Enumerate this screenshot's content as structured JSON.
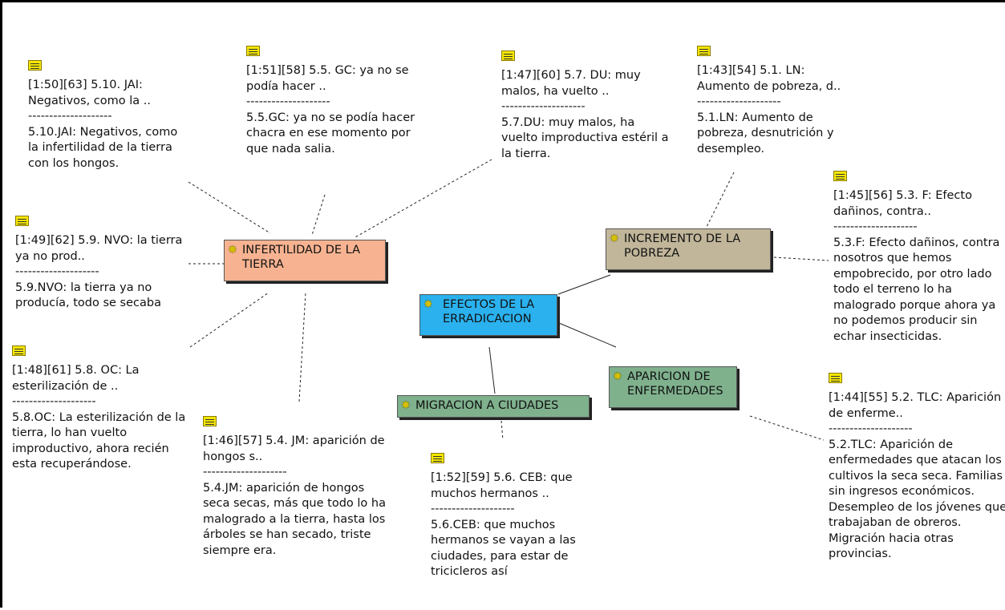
{
  "colors": {
    "infertilidad": "#f7b391",
    "efectos": "#2ab1ee",
    "incremento": "#c1b69a",
    "aparicion": "#7fb18d",
    "migracion": "#7fb18d"
  },
  "codes": {
    "infertilidad": "INFERTILIDAD DE LA TIERRA",
    "efectos": "EFECTOS DE LA ERRADICACION",
    "incremento": "INCREMENTO DE LA POBREZA",
    "aparicion": "APARICION DE ENFERMEDADES",
    "migracion": "MIGRACION A CIUDADES"
  },
  "quotes": {
    "q63": {
      "head": "[1:50][63] 5.10. JAI: Negativos, como la ..",
      "sep": "--------------------",
      "body": "5.10.JAI: Negativos, como la infertilidad de la tierra con los hongos."
    },
    "q58": {
      "head": "[1:51][58] 5.5. GC: ya no se podía hacer ..",
      "sep": "--------------------",
      "body": "5.5.GC: ya no se podía hacer chacra en ese momento por que nada salia."
    },
    "q60": {
      "head": "[1:47][60] 5.7. DU: muy malos, ha vuelto ..",
      "sep": "--------------------",
      "body": "5.7.DU: muy malos, ha vuelto improductiva estéril a la tierra."
    },
    "q54": {
      "head": "[1:43][54] 5.1. LN: Aumento de pobreza, d..",
      "sep": "--------------------",
      "body": "5.1.LN: Aumento de pobreza, desnutrición y desempleo."
    },
    "q62": {
      "head": "[1:49][62] 5.9. NVO: la tierra ya no prod..",
      "sep": "--------------------",
      "body": "5.9.NVO: la tierra ya no producía, todo se secaba"
    },
    "q56": {
      "head": "[1:45][56] 5.3. F: Efecto dañinos, contra..",
      "sep": "--------------------",
      "body": "5.3.F: Efecto dañinos, contra nosotros que hemos empobrecido, por otro lado todo el terreno lo ha malogrado porque ahora ya no podemos producir sin echar insecticidas."
    },
    "q61": {
      "head": "[1:48][61] 5.8. OC: La esterilización de ..",
      "sep": "--------------------",
      "body": "5.8.OC: La esterilización de la tierra, lo han vuelto improductivo, ahora recién esta recuperándose."
    },
    "q57": {
      "head": "[1:46][57] 5.4. JM: aparición de hongos s..",
      "sep": "--------------------",
      "body": "5.4.JM: aparición de hongos seca secas, más que todo lo ha malogrado a la tierra, hasta los árboles se han secado, triste siempre era."
    },
    "q59": {
      "head": "[1:52][59] 5.6. CEB: que muchos hermanos ..",
      "sep": "--------------------",
      "body": "5.6.CEB: que muchos hermanos se vayan a las ciudades, para estar de tricicleros así"
    },
    "q55": {
      "head": "[1:44][55] 5.2. TLC: Aparición de enferme..",
      "sep": "--------------------",
      "body": "5.2.TLC: Aparición de enfermedades que atacan los cultivos la seca seca. Familias sin ingresos económicos. Desempleo de los jóvenes que trabajaban de obreros. Migración hacia otras provincias."
    }
  }
}
